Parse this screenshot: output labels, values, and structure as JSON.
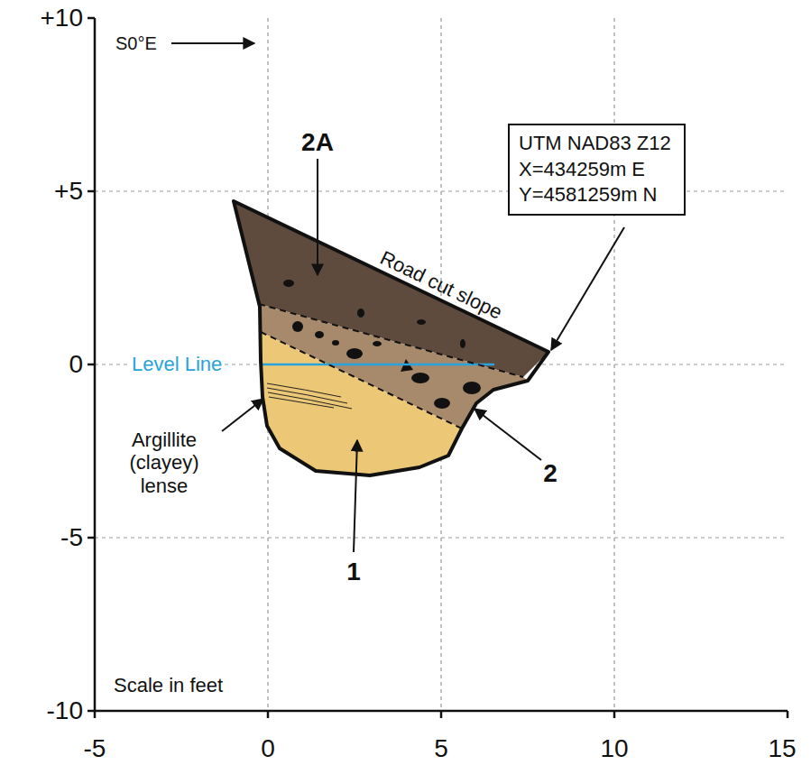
{
  "diagram": {
    "nodes": [
      {
        "text": [
          "UTM NAD83 Z12 X=434259m E Y=4581259m N"
        ]
      }
    ],
    "labels": [
      "+10",
      "+5",
      "0",
      "-5",
      "-10",
      "-5",
      "0",
      "5",
      "10",
      "15",
      "S0°E",
      "2A",
      "Road cut slope",
      "Level Line",
      "Argillite (clayey) lense",
      "1",
      "2",
      "Scale in feet"
    ]
  }
}
